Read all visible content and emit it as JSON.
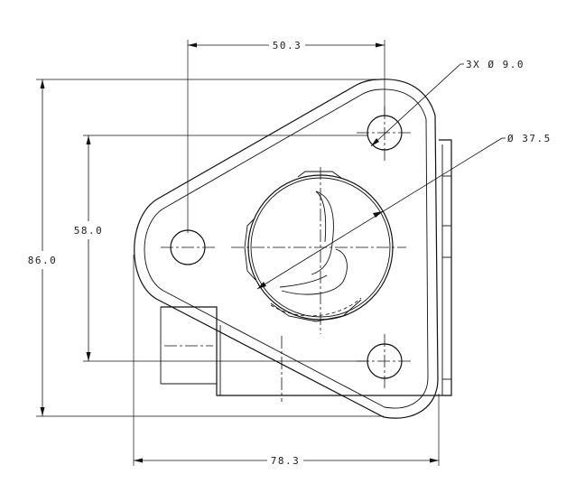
{
  "dimensions": {
    "top_width": "50.3",
    "hole_callout": "3X  Ø 9.0",
    "boss_callout": "Ø 37.5",
    "left_height": "58.0",
    "total_height": "86.0",
    "bottom_width": "78.3"
  }
}
